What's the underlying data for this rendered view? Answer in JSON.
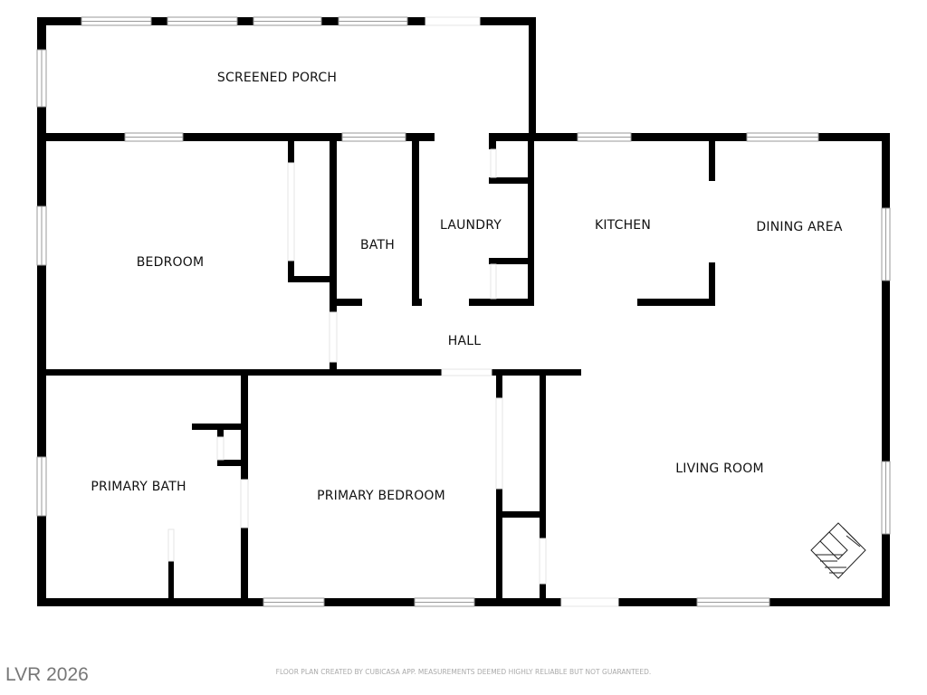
{
  "rooms": {
    "screened_porch": "SCREENED PORCH",
    "bedroom": "BEDROOM",
    "bath": "BATH",
    "laundry": "LAUNDRY",
    "kitchen": "KITCHEN",
    "dining_area": "DINING AREA",
    "hall": "HALL",
    "primary_bath": "PRIMARY BATH",
    "primary_bedroom": "PRIMARY BEDROOM",
    "living_room": "LIVING ROOM"
  },
  "watermark": "LVR 2026",
  "disclaimer": "FLOOR PLAN CREATED BY CUBICASA APP. MEASUREMENTS DEEMED HIGHLY RELIABLE BUT NOT GUARANTEED.",
  "colors": {
    "wall": "#000000",
    "window": "#9a9a9a"
  }
}
